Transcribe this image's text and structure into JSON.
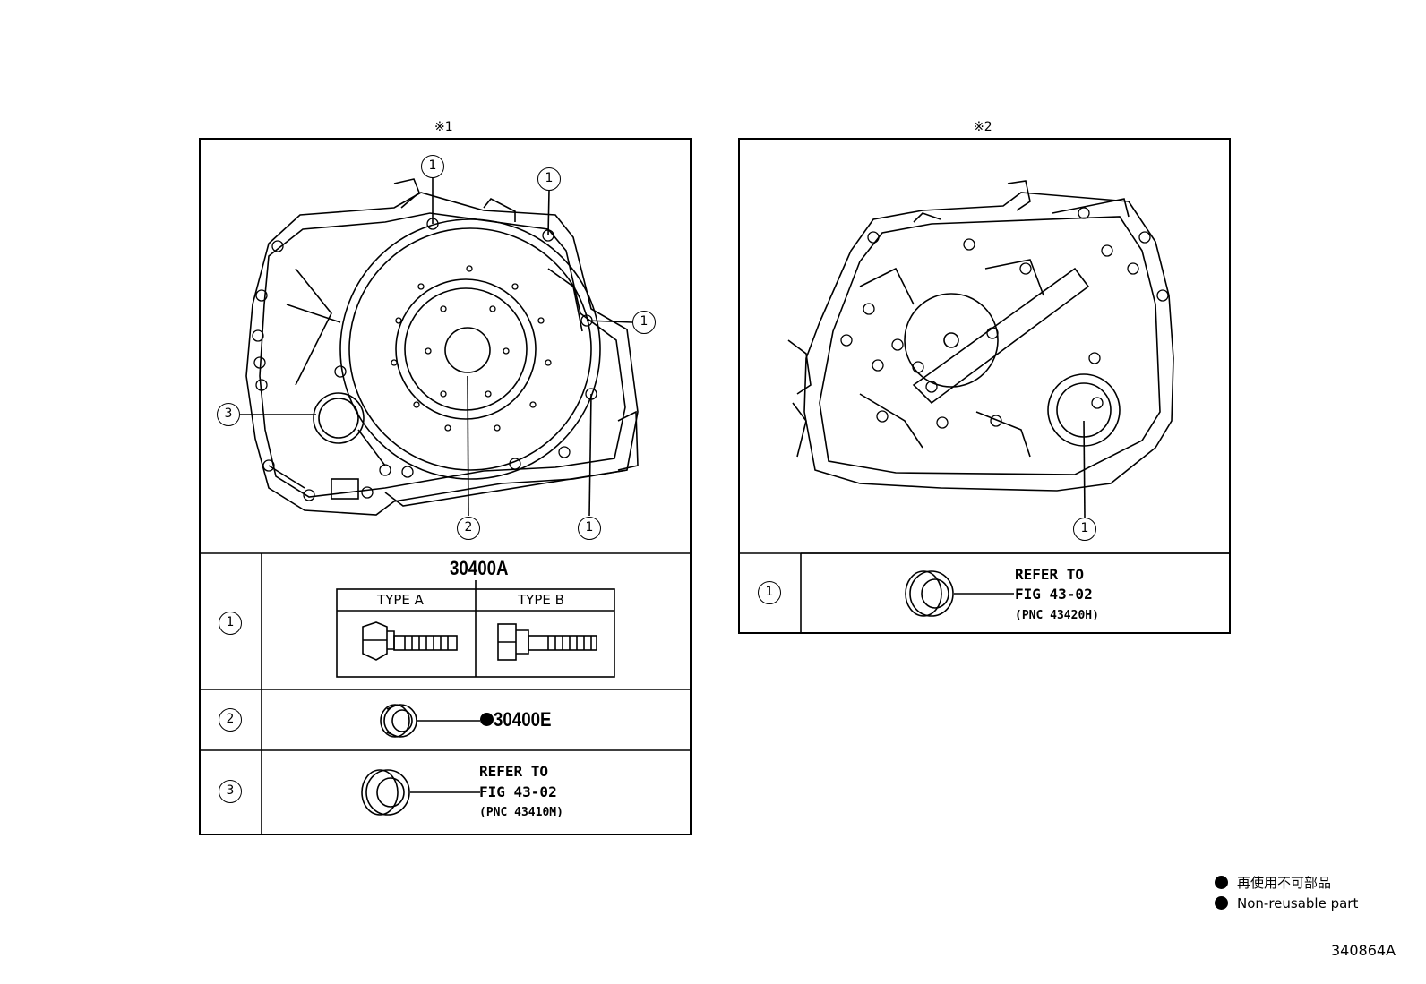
{
  "figure_left": {
    "mark": "※1",
    "callouts": [
      "1",
      "1",
      "1",
      "3",
      "2",
      "1"
    ],
    "rows": [
      {
        "no": "1",
        "part": "30400A",
        "type_a": "TYPE A",
        "type_b": "TYPE B"
      },
      {
        "no": "2",
        "part": "30400E"
      },
      {
        "no": "3",
        "ref_line1": "REFER TO",
        "ref_line2": "FIG 43-02",
        "ref_line3": "(PNC 43410M)"
      }
    ]
  },
  "figure_right": {
    "mark": "※2",
    "callouts": [
      "1"
    ],
    "rows": [
      {
        "no": "1",
        "ref_line1": "REFER TO",
        "ref_line2": "FIG 43-02",
        "ref_line3": "(PNC 43420H)"
      }
    ]
  },
  "legend": {
    "line1": "再使用不可部品",
    "line2": "Non-reusable part"
  },
  "figure_id": "340864A"
}
